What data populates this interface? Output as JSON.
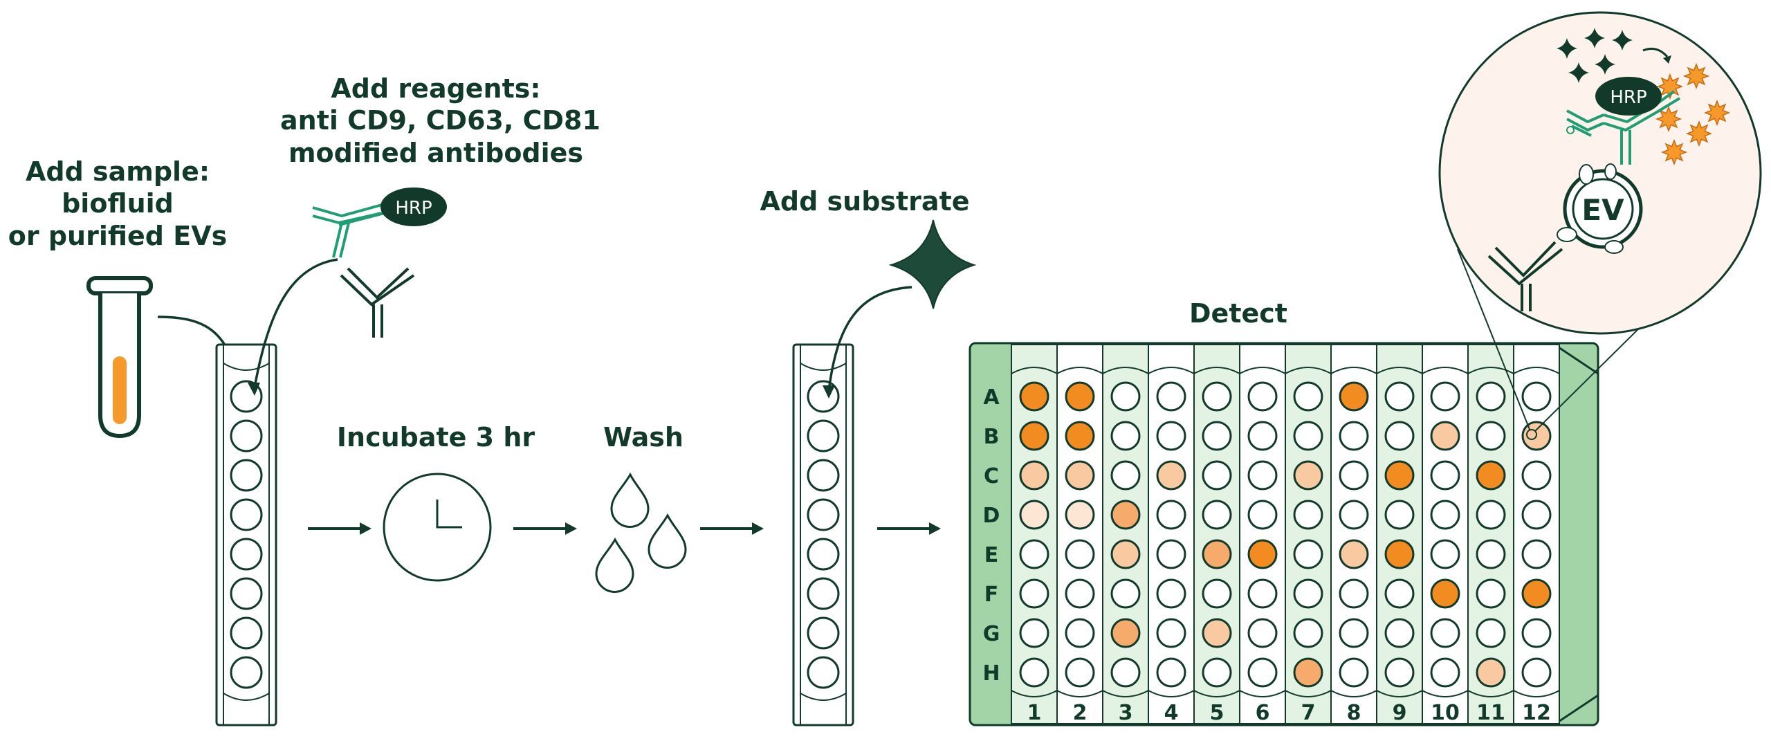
{
  "steps": {
    "add_sample": {
      "lines": [
        "Add sample:",
        "biofluid",
        "or purified EVs"
      ]
    },
    "add_reagents": {
      "lines": [
        "Add reagents:",
        "anti CD9, CD63, CD81",
        "modified antibodies"
      ]
    },
    "incubate": {
      "label": "Incubate 3 hr"
    },
    "wash": {
      "label": "Wash"
    },
    "add_substrate": {
      "label": "Add substrate"
    },
    "detect": {
      "label": "Detect"
    }
  },
  "hrp_label": "HRP",
  "ev_label": "EV",
  "plate": {
    "rows": [
      "A",
      "B",
      "C",
      "D",
      "E",
      "F",
      "G",
      "H"
    ],
    "columns": [
      "1",
      "2",
      "3",
      "4",
      "5",
      "6",
      "7",
      "8",
      "9",
      "10",
      "11",
      "12"
    ],
    "well_levels": [
      [
        3,
        3,
        0,
        0,
        0,
        0,
        0,
        3,
        0,
        0,
        0,
        0
      ],
      [
        3,
        3,
        0,
        0,
        0,
        0,
        0,
        0,
        0,
        1,
        0,
        1
      ],
      [
        1,
        1,
        0,
        1,
        0,
        0,
        1,
        0,
        3,
        0,
        3,
        0
      ],
      [
        0.5,
        0.5,
        2,
        0,
        0,
        0,
        0,
        0,
        0,
        0,
        0,
        0
      ],
      [
        0,
        0,
        1,
        0,
        2,
        3,
        0,
        1,
        3,
        0,
        0,
        0
      ],
      [
        0,
        0,
        0,
        0,
        0,
        0,
        0,
        0,
        0,
        3,
        0,
        3
      ],
      [
        0,
        0,
        2,
        0,
        1,
        0,
        0,
        0,
        0,
        0,
        0,
        0
      ],
      [
        0,
        0,
        0,
        0,
        0,
        0,
        2,
        0,
        0,
        0,
        1,
        0
      ]
    ]
  },
  "colors": {
    "dark_green": "#123a2b",
    "antibody_green": "#1f9e73",
    "plate_green": "#a3d4a8",
    "plate_light": "#e2f2e3",
    "orange": "#f59a2a",
    "zoom_bg": "#fdf3ec",
    "well_levels": [
      "#ffffff",
      "#fde6d4",
      "#f9c9a1",
      "#f6aa6b",
      "#f28c20"
    ]
  }
}
